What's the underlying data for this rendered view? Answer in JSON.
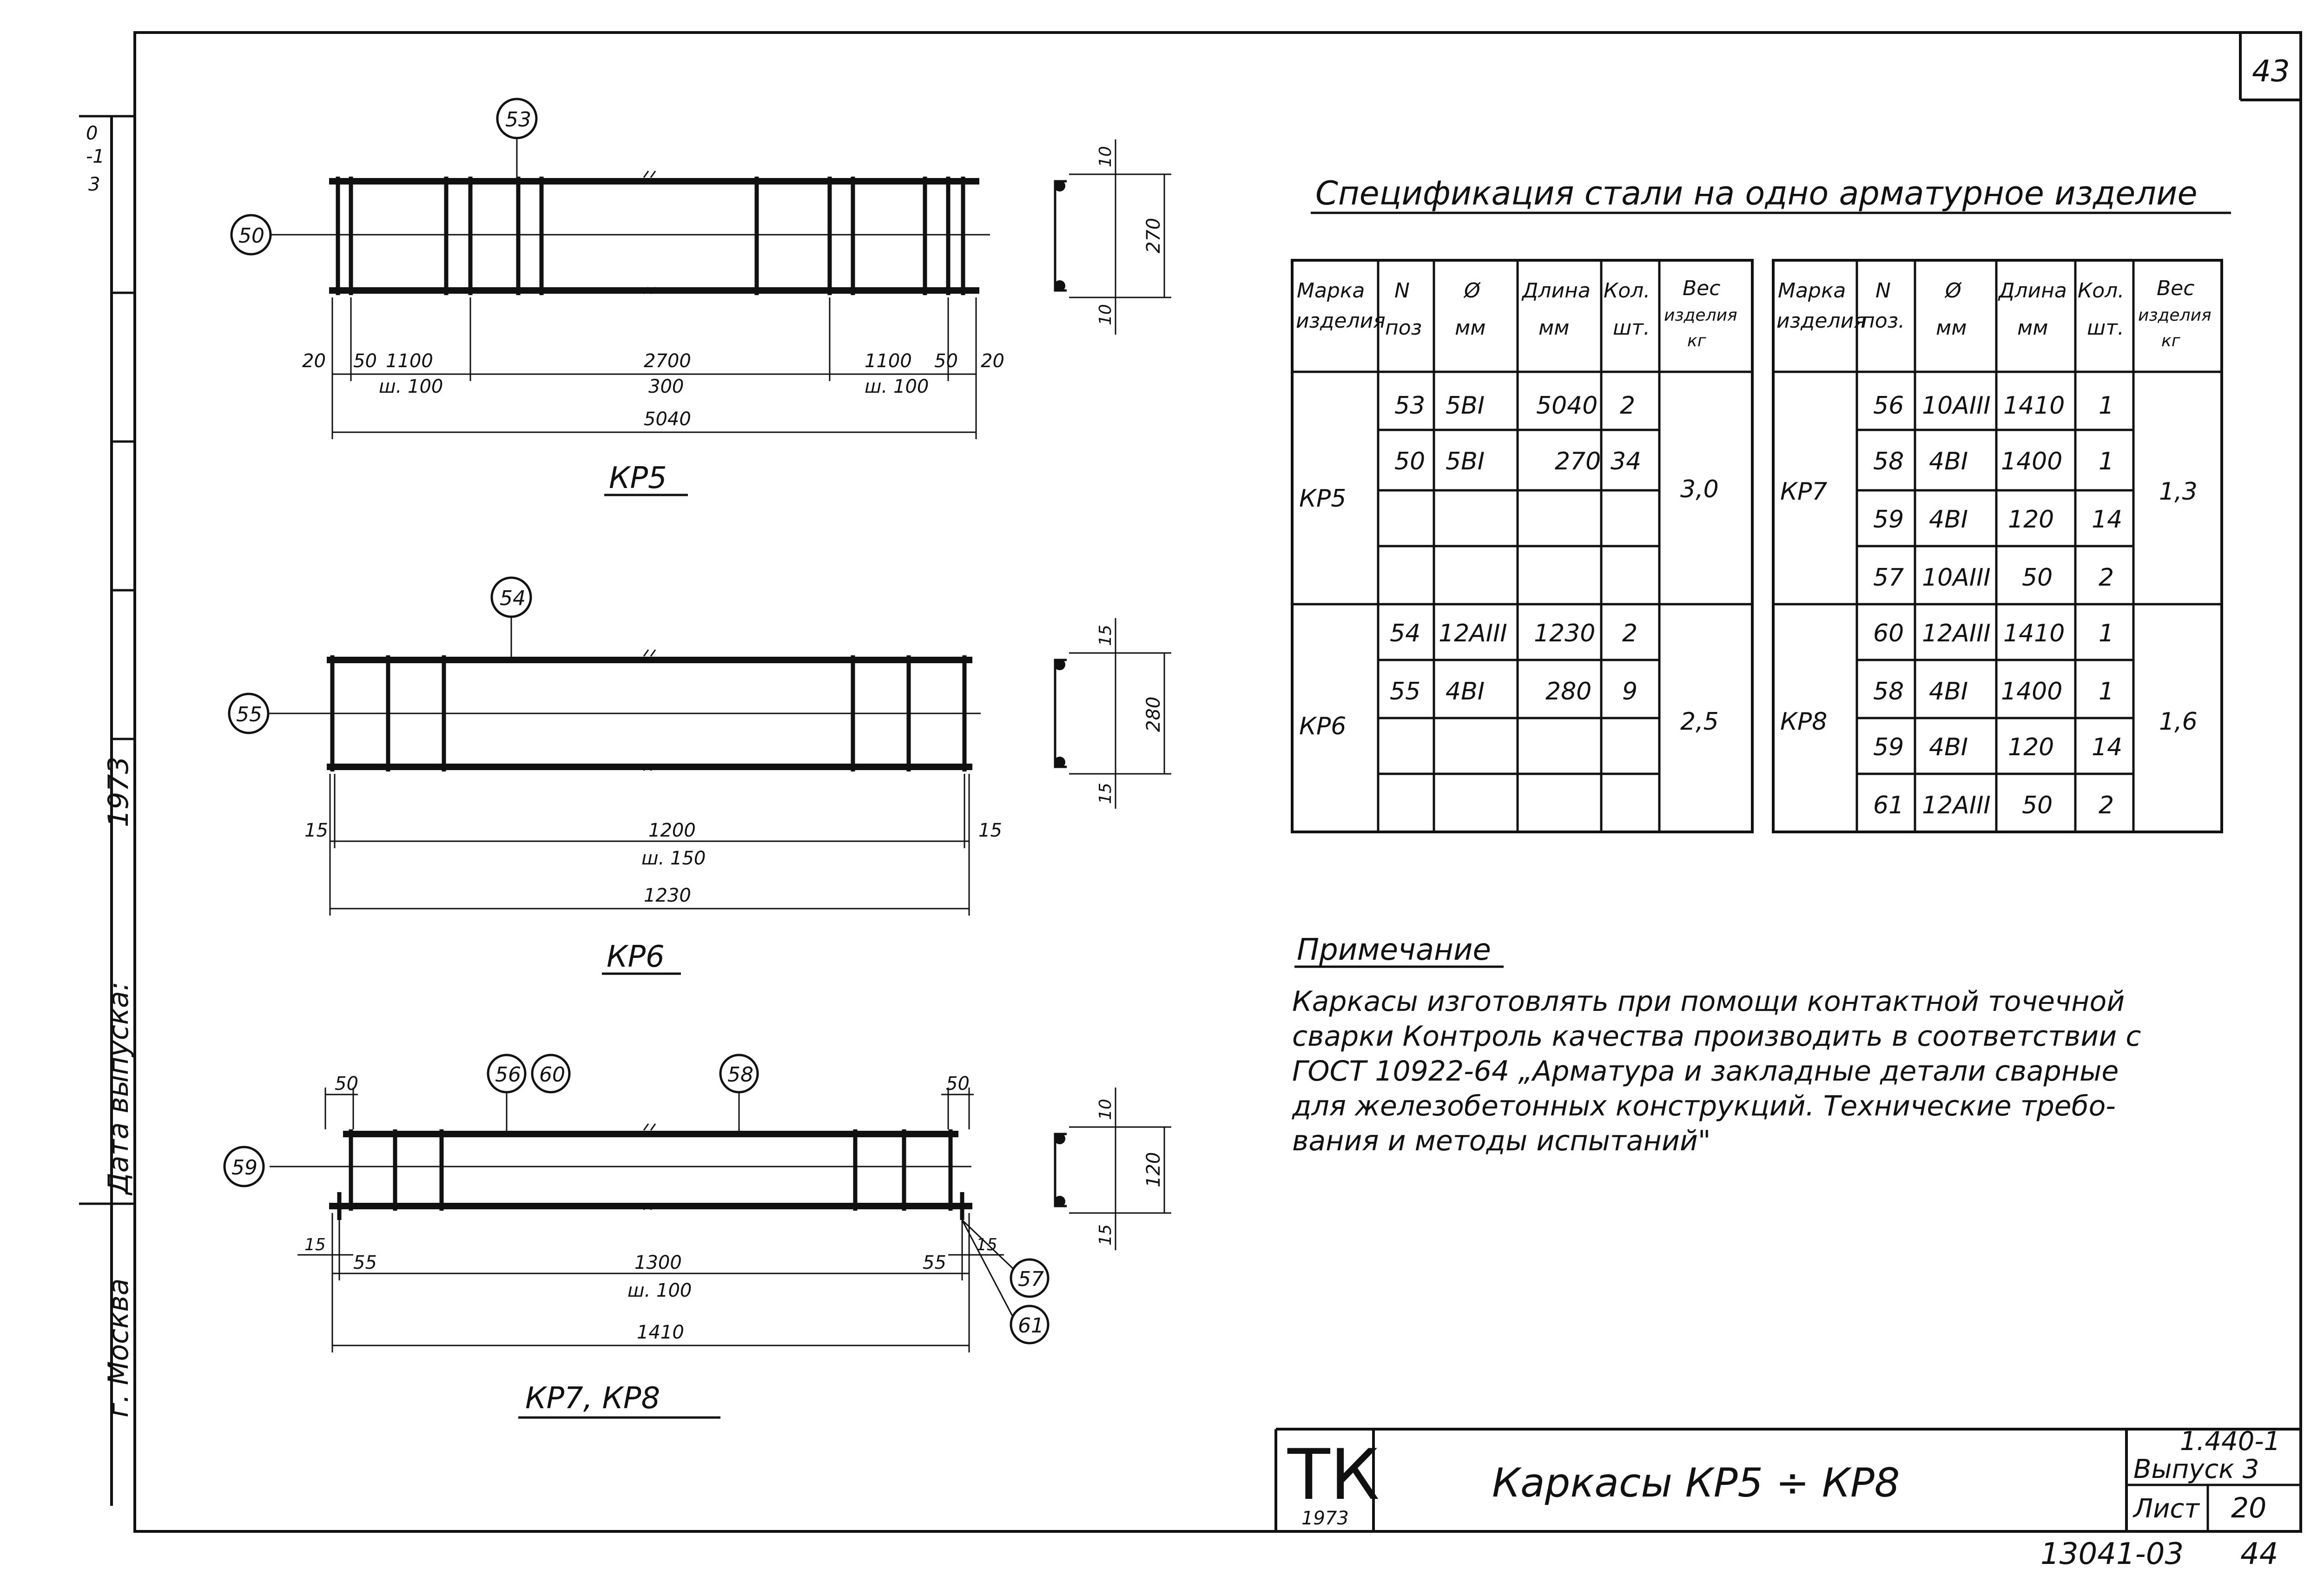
{
  "margin": {
    "top_fragments": [
      "0",
      "-1",
      "3"
    ],
    "date_label": "Дата выпуска:",
    "year": "1973",
    "city": "г. Москва"
  },
  "sheet": {
    "corner_number": "43",
    "bottom_code": "13041-03",
    "bottom_page": "44"
  },
  "drawings": {
    "kp5": {
      "title": "КР5",
      "pos_top": "53",
      "pos_left": "50",
      "dims_top": [
        "20",
        "50",
        "1100",
        "2700",
        "1100",
        "50",
        "20"
      ],
      "dims_sub": [
        "ш. 100",
        "300",
        "ш. 100"
      ],
      "total": "5040",
      "height": "270",
      "cover_top": "10",
      "cover_bottom": "10"
    },
    "kp6": {
      "title": "КР6",
      "pos_top": "54",
      "pos_left": "55",
      "dims": [
        "15",
        "1200",
        "15"
      ],
      "step": "ш. 150",
      "total": "1230",
      "height": "280",
      "cover_top": "15",
      "cover_bottom": "15"
    },
    "kp78": {
      "title": "КР7, КР8",
      "pos_a": "56",
      "pos_b": "60",
      "pos_c": "58",
      "pos_left": "59",
      "pos_right_a": "57",
      "pos_right_b": "61",
      "end_left": "50",
      "end_right": "50",
      "cover_left": "15",
      "cover_right": "15",
      "dims": [
        "55",
        "1300",
        "55"
      ],
      "step": "ш. 100",
      "total": "1410",
      "height": "120",
      "cover_top": "10",
      "cover_bottom": "15"
    }
  },
  "spec": {
    "title": "Спецификация стали на одно арматурное изделие",
    "headers": [
      [
        "Марка",
        "изделия"
      ],
      [
        "N",
        "поз"
      ],
      [
        "Ø",
        "мм"
      ],
      [
        "Длина",
        "мм"
      ],
      [
        "Кол.",
        "шт."
      ],
      [
        "Вес",
        "изделия",
        "кг"
      ]
    ],
    "headers_right": [
      [
        "Марка",
        "изделия"
      ],
      [
        "N",
        "поз."
      ],
      [
        "Ø",
        "мм"
      ],
      [
        "Длина",
        "мм"
      ],
      [
        "Кол.",
        "шт."
      ],
      [
        "Вес",
        "изделия",
        "кг"
      ]
    ],
    "left": [
      {
        "mark": "КР5",
        "weight": "3,0",
        "rows": [
          [
            "53",
            "5BI",
            "5040",
            "2"
          ],
          [
            "50",
            "5BI",
            "270",
            "34"
          ],
          [
            "",
            "",
            "",
            ""
          ],
          [
            "",
            "",
            "",
            ""
          ]
        ]
      },
      {
        "mark": "КР6",
        "weight": "2,5",
        "rows": [
          [
            "54",
            "12AIII",
            "1230",
            "2"
          ],
          [
            "55",
            "4BI",
            "280",
            "9"
          ],
          [
            "",
            "",
            "",
            ""
          ],
          [
            "",
            "",
            "",
            ""
          ]
        ]
      }
    ],
    "right": [
      {
        "mark": "КР7",
        "weight": "1,3",
        "rows": [
          [
            "56",
            "10AIII",
            "1410",
            "1"
          ],
          [
            "58",
            "4BI",
            "1400",
            "1"
          ],
          [
            "59",
            "4BI",
            "120",
            "14"
          ],
          [
            "57",
            "10AIII",
            "50",
            "2"
          ]
        ]
      },
      {
        "mark": "КР8",
        "weight": "1,6",
        "rows": [
          [
            "60",
            "12AIII",
            "1410",
            "1"
          ],
          [
            "58",
            "4BI",
            "1400",
            "1"
          ],
          [
            "59",
            "4BI",
            "120",
            "14"
          ],
          [
            "61",
            "12AIII",
            "50",
            "2"
          ]
        ]
      }
    ]
  },
  "note": {
    "title": "Примечание",
    "lines": [
      "Каркасы изготовлять при помощи контактной точечной",
      "сварки Контроль качества производить в соответствии с",
      "ГОСТ 10922-64 „Арматура и закладные детали сварные",
      "для железобетонных конструкций. Технические требо-",
      "вания и методы испытаний\""
    ]
  },
  "titleblock": {
    "logo": "ТК",
    "year": "1973",
    "name": "Каркасы КР5 ÷ КР8",
    "series": "1.440-1",
    "issue": "Выпуск 3",
    "sheet_label": "Лист",
    "sheet_no": "20"
  }
}
